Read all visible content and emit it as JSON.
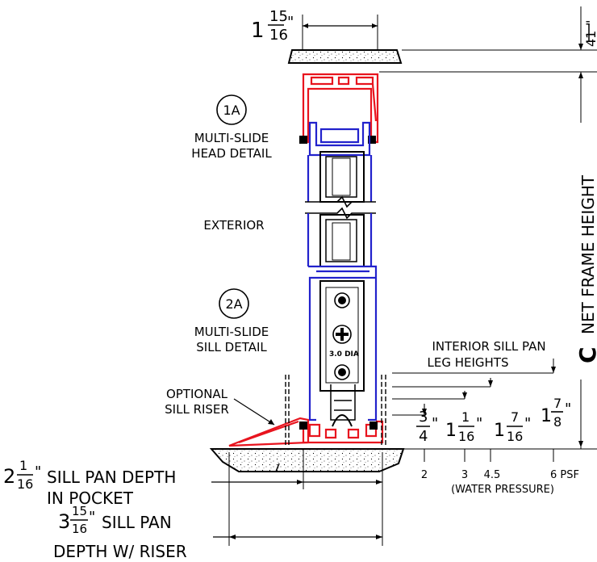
{
  "dimensions": {
    "top_width_whole": "1",
    "top_width_num": "15",
    "top_width_den": "16",
    "top_width_unit": "\"",
    "head_gap_num": "1",
    "head_gap_den": "4",
    "head_gap_unit": "\""
  },
  "callouts": {
    "head_tag": "1A",
    "head_line1": "MULTI-SLIDE",
    "head_line2": "HEAD DETAIL",
    "exterior": "EXTERIOR",
    "sill_tag": "2A",
    "sill_line1": "MULTI-SLIDE",
    "sill_line2": "SILL DETAIL",
    "riser_line1": "OPTIONAL",
    "riser_line2": "SILL RISER",
    "roller_label": "3.0 DIA"
  },
  "frame_height": {
    "symbol": "C",
    "label": "NET FRAME HEIGHT"
  },
  "leg_heights": {
    "title_line1": "INTERIOR SILL PAN",
    "title_line2": "LEG HEIGHTS",
    "heights": [
      {
        "whole": "",
        "num": "3",
        "den": "4",
        "unit": "\""
      },
      {
        "whole": "1",
        "num": "1",
        "den": "16",
        "unit": "\""
      },
      {
        "whole": "1",
        "num": "7",
        "den": "16",
        "unit": "\""
      },
      {
        "whole": "1",
        "num": "7",
        "den": "8",
        "unit": "\""
      }
    ],
    "pressures": [
      "2",
      "3",
      "4.5",
      "6 PSF"
    ],
    "pressure_caption": "(WATER PRESSURE)"
  },
  "sill_pan": {
    "depth1_whole": "2",
    "depth1_num": "1",
    "depth1_den": "16",
    "depth1_unit": "\"",
    "depth1_text": "SILL PAN DEPTH",
    "depth1_line2": "IN POCKET",
    "depth2_whole": "3",
    "depth2_num": "15",
    "depth2_den": "16",
    "depth2_unit": "\"",
    "depth2_text": "SILL PAN",
    "depth2_line2": "DEPTH W/ RISER"
  }
}
